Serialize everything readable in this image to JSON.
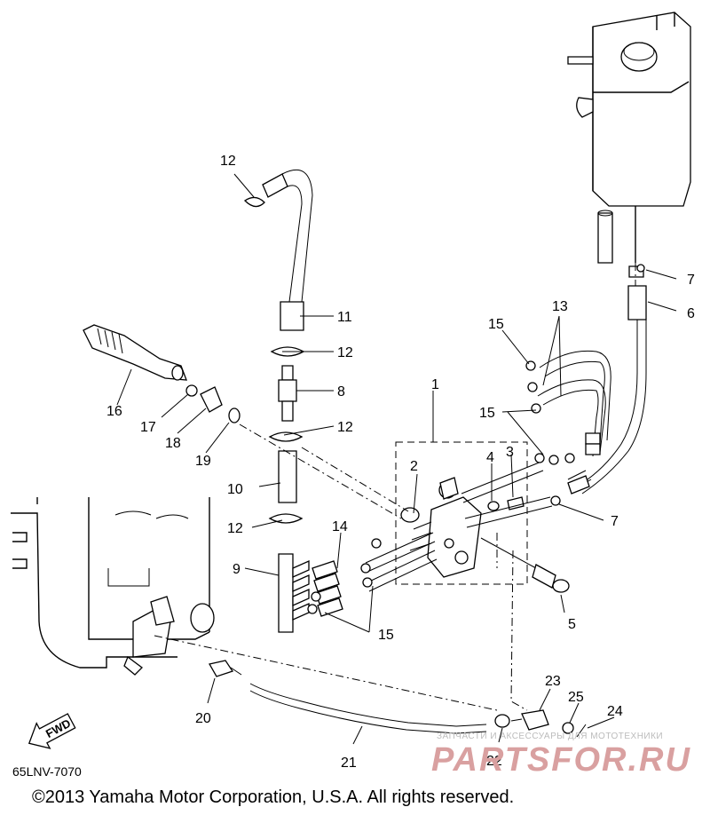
{
  "diagram": {
    "callouts": [
      "1",
      "2",
      "3",
      "4",
      "5",
      "6",
      "7",
      "7",
      "8",
      "9",
      "10",
      "11",
      "12",
      "12",
      "12",
      "12",
      "13",
      "14",
      "15",
      "15",
      "15",
      "16",
      "17",
      "18",
      "19",
      "20",
      "21",
      "22",
      "23",
      "24",
      "25"
    ],
    "fwd_label": "FWD",
    "drawing_code": "65LNV-7070",
    "copyright": "©2013 Yamaha Motor Corporation, U.S.A. All rights reserved."
  },
  "watermark": {
    "small_text": "ЗАПЧАСТИ И АКСЕССУАРЫ ДЛЯ МОТОТЕХНИКИ",
    "brand_text": "PARTSFOR.RU",
    "color": "#d9a0a0"
  }
}
